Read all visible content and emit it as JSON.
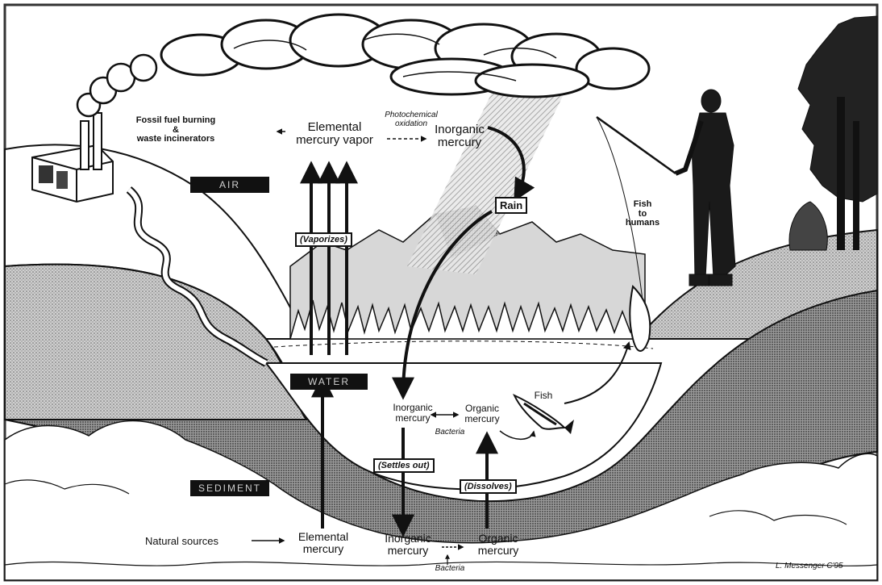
{
  "labels": {
    "fossil_fuel": "Fossil fuel burning",
    "ampersand": "&",
    "waste_incinerators": "waste incinerators",
    "elemental_vapor_1": "Elemental",
    "elemental_vapor_2": "mercury vapor",
    "photochemical_1": "Photochemical",
    "photochemical_2": "oxidation",
    "inorganic_air_1": "Inorganic",
    "inorganic_air_2": "mercury",
    "rain": "Rain",
    "fish_to_humans_1": "Fish",
    "fish_to_humans_2": "to",
    "fish_to_humans_3": "humans",
    "vaporizes": "(Vaporizes)",
    "zone_air": "AIR",
    "zone_water": "WATER",
    "zone_sediment": "SEDIMENT",
    "inorganic_water_1": "Inorganic",
    "inorganic_water_2": "mercury",
    "organic_water_1": "Organic",
    "organic_water_2": "mercury",
    "bacteria_water": "Bacteria",
    "fish": "Fish",
    "settles_out": "(Settles out)",
    "dissolves": "(Dissolves)",
    "natural_sources": "Natural sources",
    "elemental_sed_1": "Elemental",
    "elemental_sed_2": "mercury",
    "inorganic_sed_1": "Inorganic",
    "inorganic_sed_2": "mercury",
    "organic_sed_1": "Organic",
    "organic_sed_2": "mercury",
    "bacteria_sed": "Bacteria",
    "credit": "L. Messenger C'95"
  }
}
